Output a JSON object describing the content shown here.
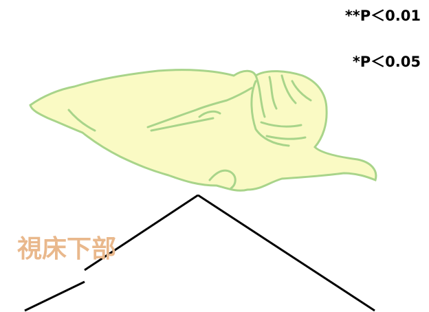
{
  "legend": {
    "double_star": "**P＜0.01",
    "single_star": "*P＜0.05"
  },
  "region_label": "視床下部",
  "colors": {
    "brain_fill": "#fafac4",
    "brain_outline": "#a8d48a",
    "region_label": "#e9b88c",
    "lines": "#000000"
  }
}
